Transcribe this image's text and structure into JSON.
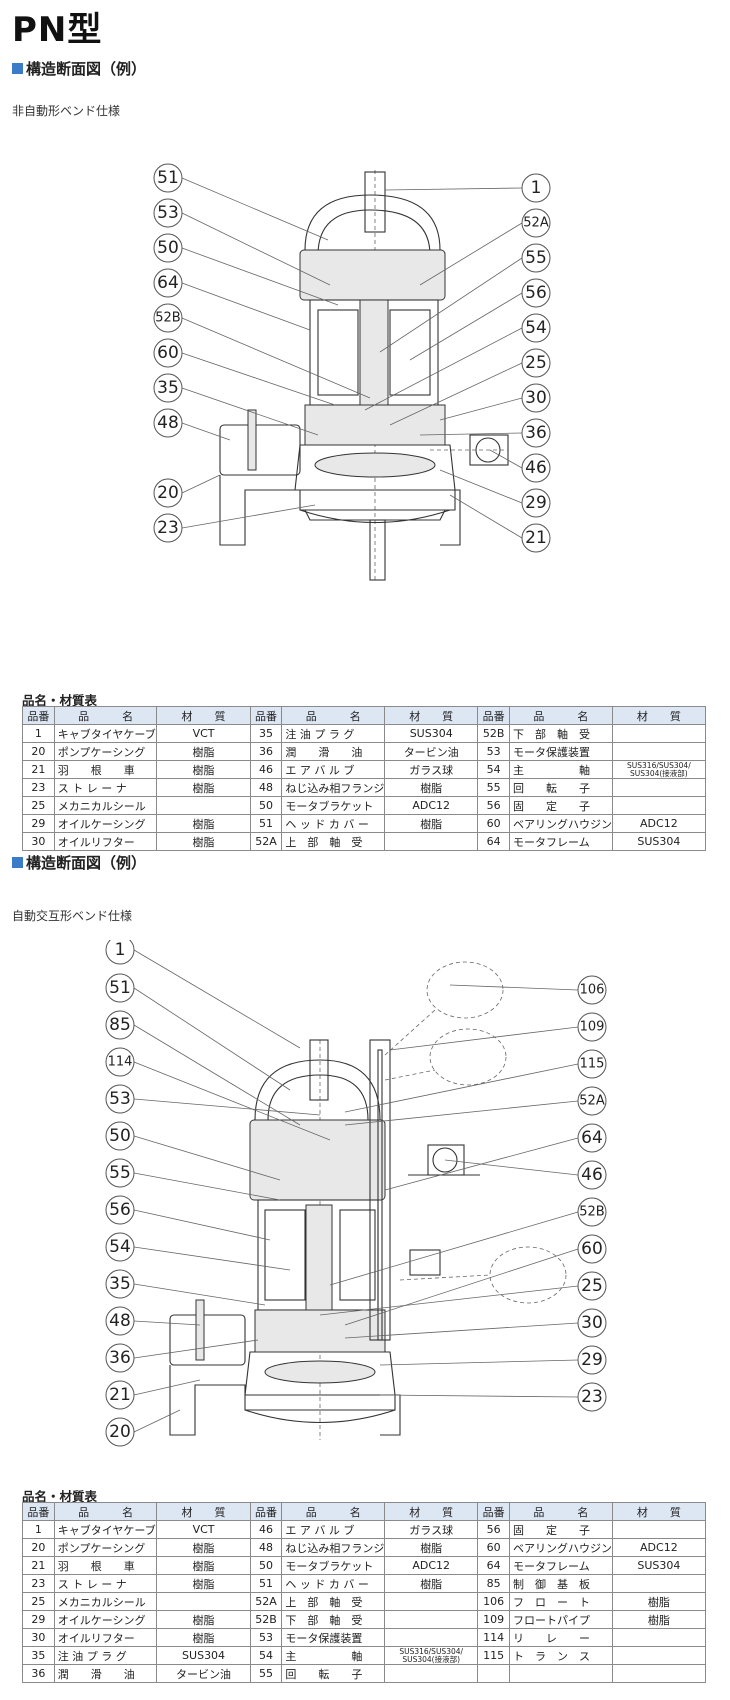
{
  "title": "PN型",
  "section1": {
    "heading": "構造断面図（例）",
    "subtitle": "非自動形ベンド仕様",
    "callouts_left": [
      "51",
      "53",
      "50",
      "64",
      "52B",
      "60",
      "35",
      "48",
      "20",
      "23"
    ],
    "callouts_right": [
      "1",
      "52A",
      "55",
      "56",
      "54",
      "25",
      "30",
      "36",
      "46",
      "29",
      "21"
    ],
    "table_title": "品名・材質表",
    "headers": [
      "品番",
      "品　　　名",
      "材　　質",
      "品番",
      "品　　　名",
      "材　　質",
      "品番",
      "品　　　名",
      "材　　質"
    ],
    "rows": [
      [
        "1",
        "キャブタイヤケーブル",
        "VCT",
        "35",
        "注 油 プ ラ グ",
        "SUS304",
        "52B",
        "下　部　軸　受",
        ""
      ],
      [
        "20",
        "ポンプケーシング",
        "樹脂",
        "36",
        "潤　　滑　　油",
        "タービン油",
        "53",
        "モータ保護装置",
        ""
      ],
      [
        "21",
        "羽　　根　　車",
        "樹脂",
        "46",
        "エ ア バ ル ブ",
        "ガラス球",
        "54",
        "主　　　　　軸",
        "SUS316/SUS304/ SUS304(接液部)"
      ],
      [
        "23",
        "ス ト レ ー ナ",
        "樹脂",
        "48",
        "ねじ込み相フランジ",
        "樹脂",
        "55",
        "回　　転　　子",
        ""
      ],
      [
        "25",
        "メカニカルシール",
        "",
        "50",
        "モータブラケット",
        "ADC12",
        "56",
        "固　　定　　子",
        ""
      ],
      [
        "29",
        "オイルケーシング",
        "樹脂",
        "51",
        "ヘ ッ ド カ バ ー",
        "樹脂",
        "60",
        "ベアリングハウジング",
        "ADC12"
      ],
      [
        "30",
        "オイルリフター",
        "樹脂",
        "52A",
        "上　部　軸　受",
        "",
        "64",
        "モータフレーム",
        "SUS304"
      ]
    ]
  },
  "section2": {
    "heading": "構造断面図（例）",
    "subtitle": "自動交互形ベンド仕様",
    "callouts_left": [
      "1",
      "51",
      "85",
      "114",
      "53",
      "50",
      "55",
      "56",
      "54",
      "35",
      "48",
      "36",
      "21",
      "20"
    ],
    "callouts_right": [
      "106",
      "109",
      "115",
      "52A",
      "64",
      "46",
      "52B",
      "60",
      "25",
      "30",
      "29",
      "23"
    ],
    "table_title": "品名・材質表",
    "headers": [
      "品番",
      "品　　　名",
      "材　　質",
      "品番",
      "品　　　名",
      "材　　質",
      "品番",
      "品　　　名",
      "材　　質"
    ],
    "rows": [
      [
        "1",
        "キャブタイヤケーブル",
        "VCT",
        "46",
        "エ ア バ ル ブ",
        "ガラス球",
        "56",
        "固　　定　　子",
        ""
      ],
      [
        "20",
        "ポンプケーシング",
        "樹脂",
        "48",
        "ねじ込み相フランジ",
        "樹脂",
        "60",
        "ベアリングハウジング",
        "ADC12"
      ],
      [
        "21",
        "羽　　根　　車",
        "樹脂",
        "50",
        "モータブラケット",
        "ADC12",
        "64",
        "モータフレーム",
        "SUS304"
      ],
      [
        "23",
        "ス ト レ ー ナ",
        "樹脂",
        "51",
        "ヘ ッ ド カ バ ー",
        "樹脂",
        "85",
        "制　御　基　板",
        ""
      ],
      [
        "25",
        "メカニカルシール",
        "",
        "52A",
        "上　部　軸　受",
        "",
        "106",
        "フ　ロ　ー　ト",
        "樹脂"
      ],
      [
        "29",
        "オイルケーシング",
        "樹脂",
        "52B",
        "下　部　軸　受",
        "",
        "109",
        "フロートパイプ",
        "樹脂"
      ],
      [
        "30",
        "オイルリフター",
        "樹脂",
        "53",
        "モータ保護装置",
        "",
        "114",
        "リ　　レ　　ー",
        ""
      ],
      [
        "35",
        "注 油 プ ラ グ",
        "SUS304",
        "54",
        "主　　　　　軸",
        "SUS316/SUS304/ SUS304(接液部)",
        "115",
        "ト　ラ　ン　ス",
        ""
      ],
      [
        "36",
        "潤　　滑　　油",
        "タービン油",
        "55",
        "回　　転　　子",
        "",
        "",
        "",
        ""
      ]
    ]
  }
}
